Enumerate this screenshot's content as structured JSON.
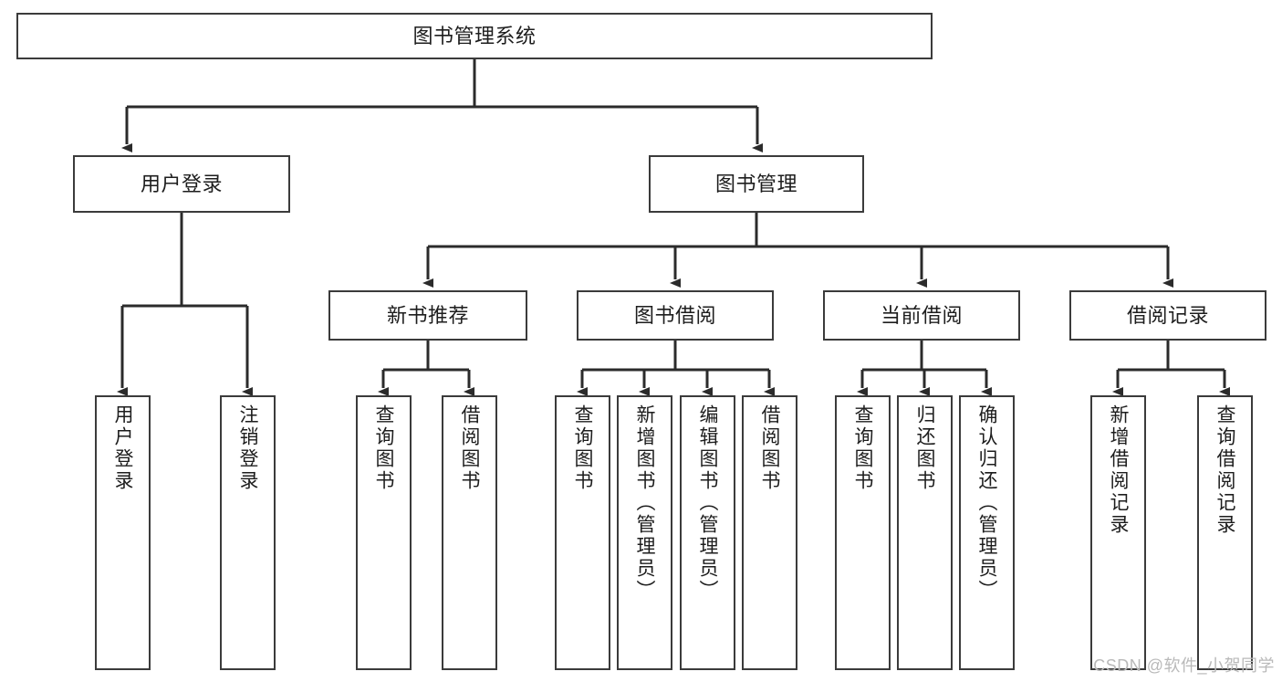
{
  "diagram": {
    "title": "图书管理系统",
    "type": "tree-hierarchy",
    "colors": {
      "background": "#ffffff",
      "box_border": "#3b3b3b",
      "box_fill": "#ffffff",
      "text": "#1d1d1d",
      "connector": "#2b2b2b",
      "watermark": "#b9b9b9"
    },
    "levels": {
      "root": {
        "label": "图书管理系统"
      },
      "level2": [
        {
          "label": "用户登录"
        },
        {
          "label": "图书管理"
        }
      ],
      "level3": [
        {
          "label": "新书推荐"
        },
        {
          "label": "图书借阅"
        },
        {
          "label": "当前借阅"
        },
        {
          "label": "借阅记录"
        }
      ],
      "leaves": {
        "user_login": [
          {
            "label": "用户登录"
          },
          {
            "label": "注销登录"
          }
        ],
        "new_book_recommend": [
          {
            "label": "查询图书"
          },
          {
            "label": "借阅图书"
          }
        ],
        "book_borrow": [
          {
            "label": "查询图书"
          },
          {
            "label": "新增图书（管理员）"
          },
          {
            "label": "编辑图书（管理员）"
          },
          {
            "label": "借阅图书"
          }
        ],
        "current_borrow": [
          {
            "label": "查询图书"
          },
          {
            "label": "归还图书"
          },
          {
            "label": "确认归还（管理员）"
          }
        ],
        "borrow_record": [
          {
            "label": "新增借阅记录"
          },
          {
            "label": "查询借阅记录"
          }
        ]
      }
    },
    "watermark": "CSDN @软件_小贺同学"
  }
}
